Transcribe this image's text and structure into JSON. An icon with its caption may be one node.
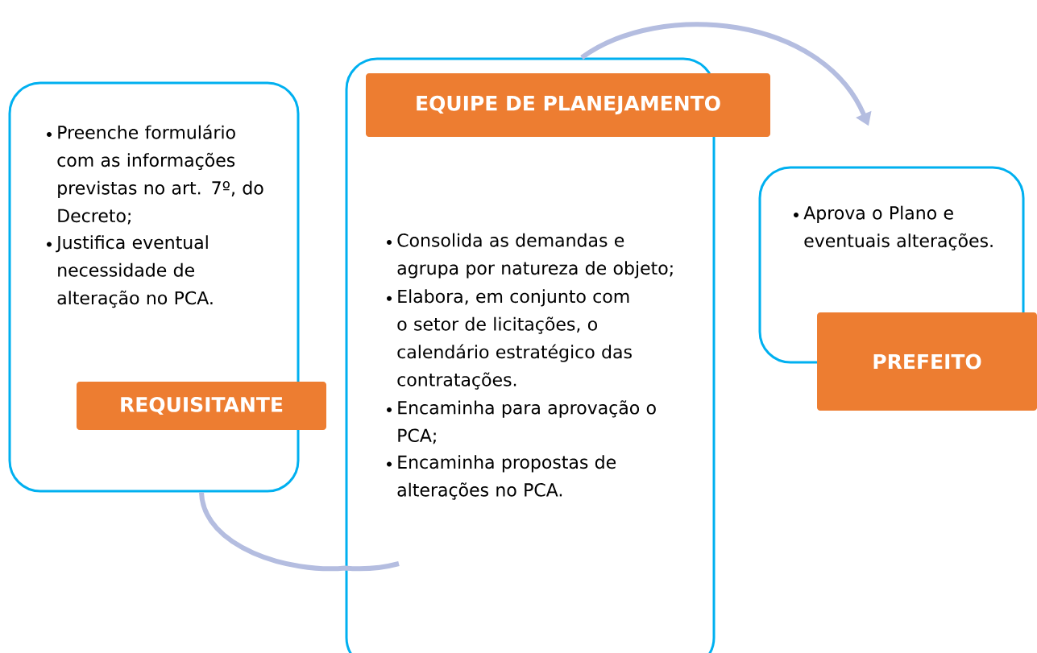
{
  "diagram": {
    "nodes": [
      {
        "text": [
          "Preenche formulário com as informações previstas no art. 7º, do Decreto;",
          "Justifica eventual necessidade de alteração no PCA.",
          "REQUISITANTE"
        ]
      },
      {
        "text": [
          "EQUIPE DE PLANEJAMENTO",
          "Consolida as demandas e agrupa por natureza de objeto;",
          "Elabora, em conjunto com o setor de licitações, o calendário estratégico das contratações.",
          "Encaminha para aprovação o PCA;",
          "Encaminha propostas de alterações no PCA."
        ]
      },
      {
        "text": [
          "Aprova o Plano e eventuais alterações.",
          "PREFEITO"
        ]
      }
    ],
    "edges": [
      {
        "from": 0,
        "to": 1,
        "arrow": "none"
      },
      {
        "from": 1,
        "to": 2,
        "arrow": "to"
      }
    ]
  }
}
